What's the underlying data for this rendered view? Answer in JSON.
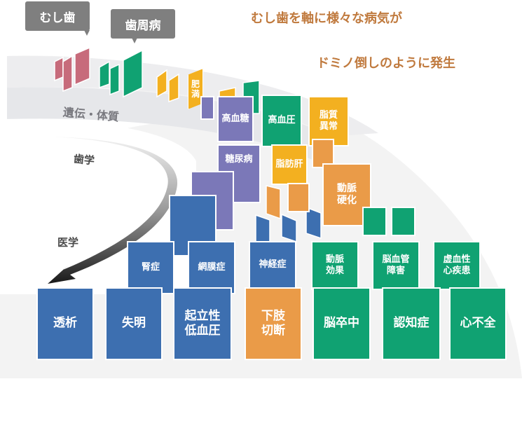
{
  "headline": {
    "line1": "むし歯を軸に様々な病気が",
    "line2": "ドミノ倒しのように発生"
  },
  "callouts": [
    {
      "label": "むし歯"
    },
    {
      "label": "歯周病"
    }
  ],
  "curve_labels": {
    "genetics": "遺伝・体質",
    "dentistry": "歯学",
    "medicine": "医学"
  },
  "colors": {
    "caries": "#c76b7b",
    "periodontal": "#10a272",
    "obesity": "#f3b020",
    "metabolic": "#7b78b8",
    "vascular": "#ea9b48",
    "complication": "#3d6fb0",
    "headline": "#c07a3e",
    "callout": "#7f7f7f"
  },
  "dominoes": {
    "obesity": "肥\n満",
    "hyperglycemia": "高血糖",
    "hypertension": "高血圧",
    "dyslipidemia": "脂質\n異常",
    "diabetes": "糖尿病",
    "fatty_liver": "脂肪肝",
    "arteriosclerosis": "動脈\n硬化",
    "nephropathy": "腎症",
    "retinopathy": "網膜症",
    "neuropathy": "神経症",
    "arterial_effect": "動脈\n効果",
    "cerebrovascular": "脳血管\n障害",
    "ischemic_heart": "虚血性\n心疾患"
  },
  "outcomes": [
    {
      "label": "透析"
    },
    {
      "label": "失明"
    },
    {
      "label": "起立性\n低血圧"
    },
    {
      "label": "下肢\n切断"
    },
    {
      "label": "脳卒中"
    },
    {
      "label": "認知症"
    },
    {
      "label": "心不全"
    }
  ]
}
